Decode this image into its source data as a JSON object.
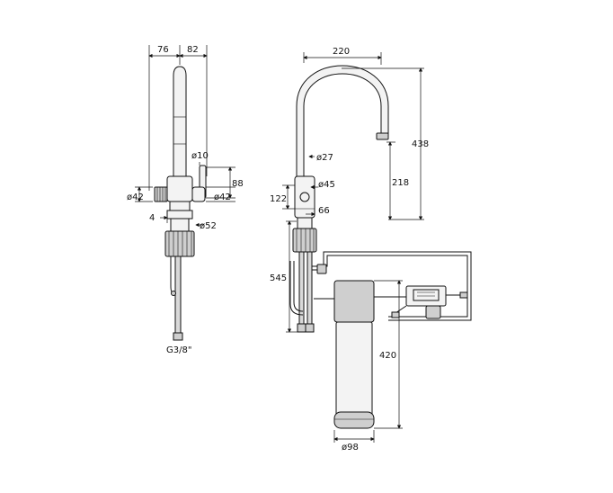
{
  "dimensions": {
    "side_view": {
      "width_top_left": "76",
      "width_top_right": "82",
      "handle_diameter": "ø10",
      "handle_height": "88",
      "body_diameter_left": "ø42",
      "body_diameter_right": "ø42",
      "offset_small": "4",
      "base_diameter": "ø52",
      "connection_thread": "G3/8\""
    },
    "front_view": {
      "spout_reach": "220",
      "total_height": "438",
      "column_diameter": "ø27",
      "spout_height": "218",
      "hub_diameter": "ø45",
      "hub_height": "122",
      "hub_offset": "66",
      "under_counter_depth": "545",
      "filter_height": "420",
      "filter_diameter": "ø98"
    }
  }
}
